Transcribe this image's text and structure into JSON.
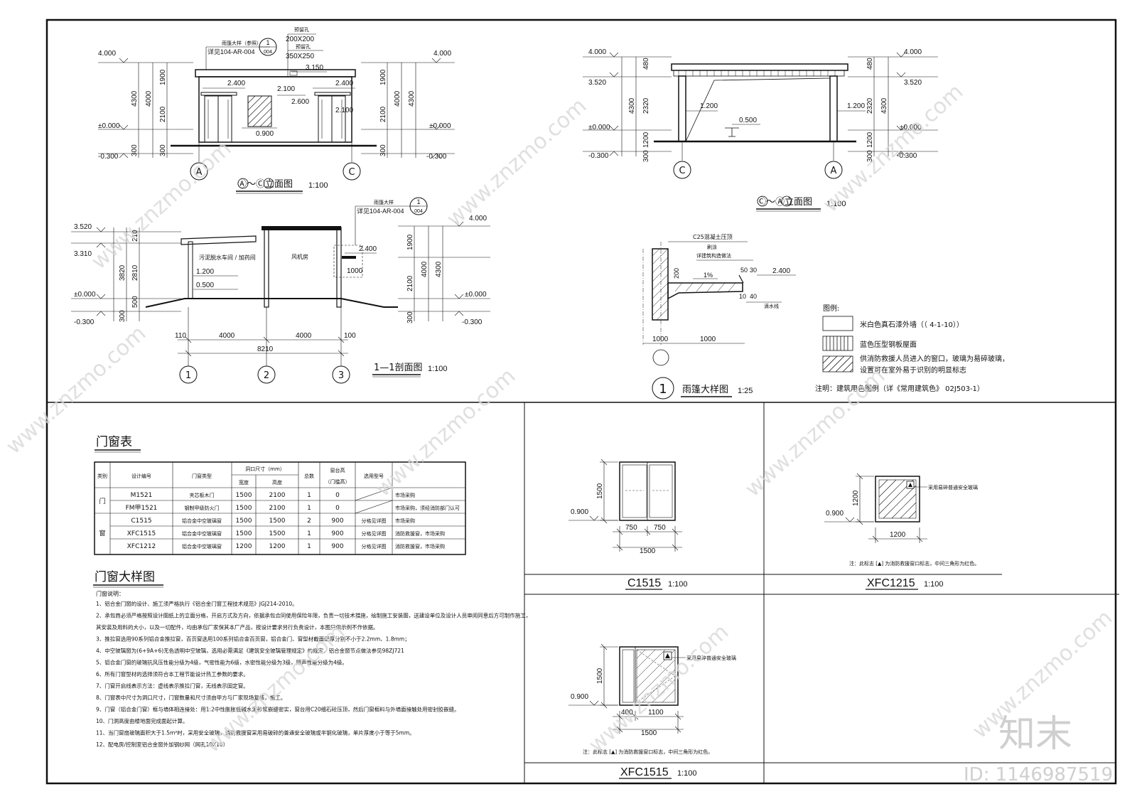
{
  "elevation_ac": {
    "title": "Ⓐ～Ⓒ立面图",
    "scale": "1:100",
    "callout_canopy": "雨篷大样（参照）",
    "callout_ref": "详见104-AR-004",
    "callout_num": "1",
    "callout_sheet": "004",
    "hole_label_1": "预留孔",
    "hole_size_1": "200X200",
    "hole_label_2": "预留孔",
    "hole_size_2": "350X250",
    "levels": [
      "4.000",
      "±0.000",
      "-0.300",
      "2.400",
      "2.100",
      "3.150",
      "2.600",
      "2.100",
      "0.900"
    ],
    "dims_left": [
      "1900",
      "2100",
      "4000",
      "4300",
      "300",
      "300"
    ],
    "axis_left": "A",
    "axis_right": "C"
  },
  "elevation_ca": {
    "title": "Ⓒ～Ⓐ立面图",
    "scale": "1:100",
    "levels": [
      "4.000",
      "3.520",
      "1.200",
      "0.500",
      "±0.000",
      "-0.300"
    ],
    "dims": [
      "480",
      "2320",
      "1200",
      "4300",
      "300"
    ],
    "axis_left": "C",
    "axis_right": "A"
  },
  "section_11": {
    "title": "1—1剖面图",
    "scale": "1:100",
    "callout_canopy": "雨篷大样",
    "callout_ref": "详见104-AR-004",
    "callout_num": "1",
    "callout_sheet": "004",
    "room_left": "污泥脱水车间 / 加药间",
    "room_right": "风机房",
    "levels": [
      "3.520",
      "3.310",
      "±0.000",
      "-0.300",
      "1.200",
      "0.500",
      "4.000",
      "2.400",
      "1000"
    ],
    "dims_left": [
      "210",
      "2810",
      "3820",
      "500",
      "300"
    ],
    "dims_right": [
      "1900",
      "2100",
      "4000",
      "4300",
      "300"
    ],
    "dims_bottom": [
      "110",
      "4000",
      "4000",
      "100",
      "8210"
    ],
    "axes": [
      "1",
      "2",
      "3"
    ]
  },
  "canopy_detail": {
    "title": "雨篷大样图",
    "scale": "1:25",
    "num": "1",
    "note1": "C25混凝土压顶",
    "note2": "刷涂",
    "note3": "详建筑构造做法",
    "slope": "1%",
    "note4": "滴水线",
    "dims": [
      "200",
      "50",
      "30",
      "10",
      "40",
      "1000",
      "1000"
    ],
    "level": "2.400"
  },
  "legend": {
    "title": "图例:",
    "items": [
      "米白色真石漆外墙（（ 4-1-10））",
      "蓝色压型钢板屋面",
      "供消防救援人员进入的窗口，玻璃为易碎玻璃，",
      "设置可在室外易于识别的明显标志"
    ],
    "note": "注明：建筑用色图例（详《常用建筑色》  02J503-1）"
  },
  "schedule": {
    "title": "门窗表",
    "headers": [
      "类别",
      "设计编号",
      "门窗类型",
      "洞口尺寸（mm）",
      "宽度",
      "高度",
      "总数",
      "窗台高",
      "（门槛高）",
      "选用型号"
    ],
    "group_door": "门",
    "group_window": "窗",
    "rows": [
      {
        "code": "M1521",
        "type": "夹芯板木门",
        "w": "1500",
        "h": "2100",
        "n": "1",
        "sill": "0",
        "model": "",
        "note": "市场采购"
      },
      {
        "code": "FM甲1521",
        "type": "钢制甲级防火门",
        "w": "1500",
        "h": "2100",
        "n": "1",
        "sill": "0",
        "model": "",
        "note": "市场采购，须经消防部门认可"
      },
      {
        "code": "C1515",
        "type": "铝合金中空玻璃窗",
        "w": "1500",
        "h": "1500",
        "n": "2",
        "sill": "900",
        "model": "分格见详图",
        "note": "市场采购"
      },
      {
        "code": "XFC1515",
        "type": "铝合金中空玻璃窗",
        "w": "1500",
        "h": "1500",
        "n": "1",
        "sill": "900",
        "model": "分格见详图",
        "note": "消防救援窗，市场采购"
      },
      {
        "code": "XFC1212",
        "type": "铝合金中空玻璃窗",
        "w": "1200",
        "h": "1200",
        "n": "1",
        "sill": "900",
        "model": "分格见详图",
        "note": "消防救援窗，市场采购"
      }
    ]
  },
  "notes": {
    "title": "门窗大样图",
    "subtitle": "门窗说明：",
    "lines": [
      "1、铝合金门窗的设计、施工须严格执行《铝合金门窗工程技术规范》JGJ214-2010。",
      "2、承包商必须严格按照设计图纸上的立面分格，开启方式及方向，依据承包合同使用保险年限，负责一切技术措施，绘制施工安装图，送建设单位及设计人员审阅同意后方可制作施工，",
      "   其安装及用料的大小，以及一切配件，均由承包厂家保其本厂产品，按设计要求另行负责设计，本图只供示例不作依据。",
      "3、推拉窗选用90系列铝合金推拉窗，百页窗选用100系列铝合金百页窗，铝合金门、窗型材截面壁厚分别不小于2.2mm、1.8mm；",
      "4、中空玻璃窗为(6+9A+6)无色透明中空玻璃，选用必需满足《建筑安全玻璃管理规定》的规定，铝合金窗节点做法参见98ZJ721",
      "5、铝合金门窗的玻璃抗风压性能分级为4级，气密性能为6级，水密性能分级为3级，隔声性能分级为4级。",
      "6、所有门窗型材的选择须符合本工程节能设计热工参数的要求。",
      "7、门窗开启线表示方法：虚线表示推拉门窗，无线表示固定窗。",
      "8、门窗表中尺寸为洞口尺寸，门窗数量和尺寸须由甲方与厂家现场复核，施工。",
      "9、门窗（铝合金门窗）框与墙体相连接处：用1:2中性膨胀低碱水泥砂浆嵌缝密实，窗台用C20细石砼压顶，然后门窗框料与外墙面接触处用密封胶嵌缝。",
      "10、门洞高度由楼地面完成面起计算。",
      "11、当门窗扇玻璃面积大于1.5m²时，采用安全玻璃，消防救援窗采用易破碎的普通安全玻璃或半钢化玻璃，单片厚度小于等于5mm。",
      "12、配电房/控制室铝合金窗外加钢纱网（网孔10X10）"
    ]
  },
  "c1515": {
    "title": "C1515",
    "scale": "1:100",
    "sill": "0.900",
    "h": "1500",
    "w1": "750",
    "w2": "750",
    "w": "1500"
  },
  "xfc1215": {
    "title": "XFC1215",
    "scale": "1:100",
    "sill": "0.900",
    "h": "1200",
    "w": "1200",
    "label": "采用易碎普通安全玻璃",
    "note": "注：此标志 [▲] 为消防救援窗口标志，中间三角形为红色。"
  },
  "xfc1515": {
    "title": "XFC1515",
    "scale": "1:100",
    "sill": "0.900",
    "h": "1500",
    "w1": "400",
    "w2": "1100",
    "w": "1500",
    "label": "采用易碎普通安全玻璃",
    "note": "注：此标志 [▲] 为消防救援窗口标志，中间三角形为红色。"
  },
  "watermark": {
    "brand": "知末",
    "site": "www.znzmo.com",
    "id": "ID: 1146987519"
  }
}
